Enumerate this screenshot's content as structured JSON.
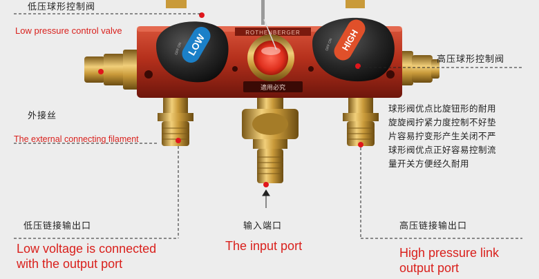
{
  "labels": {
    "low_valve_zh": "低压球形控制阀",
    "low_valve_en": "Low pressure control valve",
    "high_valve_zh": "高压球形控制阀",
    "external_zh": "外接丝",
    "external_en": "The external connecting filament",
    "low_link_zh": "低压链接输出口",
    "low_link_en_1": "Low voltage is connected",
    "low_link_en_2": "with the output port",
    "input_zh": "输入端口",
    "input_en": "The input port",
    "high_link_zh": "高压链接输出口",
    "high_link_en_1": "High pressure link",
    "high_link_en_2": "output port"
  },
  "description": [
    "球形阀优点比旋钮形的耐用",
    "旋旋阀拧紧力度控制不好垫",
    "片容易拧变形产生关闭不严",
    "球形阀优点正好容易控制流",
    "量开关方便经久耐用"
  ],
  "product": {
    "brand": "ROTHENBERGER",
    "plate_text": "適用必究",
    "low_knob_text": "LOW",
    "high_knob_text": "HIGH",
    "knob_small_text": "OFF ON",
    "colors": {
      "body": "#b5301c",
      "knob": "#262626",
      "low_badge": "#1b80c8",
      "high_badge": "#e0502a",
      "brass": "#c99a3a",
      "marker": "#e0161c"
    }
  }
}
